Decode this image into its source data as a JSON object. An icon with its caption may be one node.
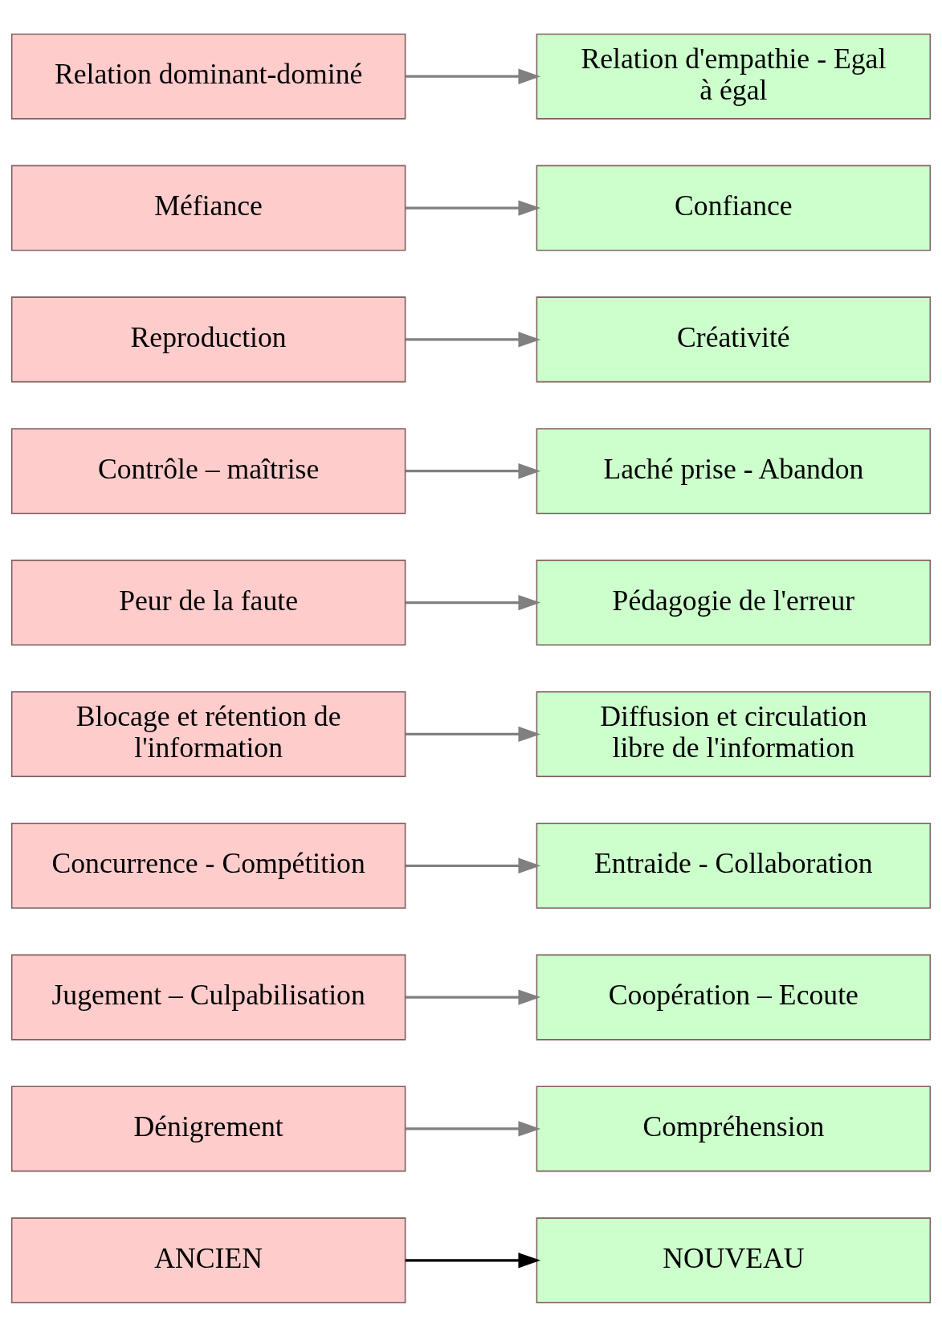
{
  "diagram": {
    "nodes": [
      {
        "text": [
          "ANCIEN"
        ]
      },
      {
        "text": [
          "NOUVEAU"
        ]
      },
      {
        "text": [
          "Dénigrement"
        ]
      },
      {
        "text": [
          "Compréhension"
        ]
      },
      {
        "text": [
          "Jugement – Culpabilisation"
        ]
      },
      {
        "text": [
          "Coopération – Ecoute"
        ]
      },
      {
        "text": [
          "Concurrence - Compétition"
        ]
      },
      {
        "text": [
          "Entraide - Collaboration"
        ]
      },
      {
        "text": [
          "Blocage et rétention de l'information"
        ]
      },
      {
        "text": [
          "Diffusion et circulation libre de l'information"
        ]
      },
      {
        "text": [
          "Peur de la faute"
        ]
      },
      {
        "text": [
          "Pédagogie de l'erreur"
        ]
      },
      {
        "text": [
          "Contrôle – maîtrise"
        ]
      },
      {
        "text": [
          "Laché prise - Abandon"
        ]
      },
      {
        "text": [
          "Reproduction"
        ]
      },
      {
        "text": [
          "Créativité"
        ]
      },
      {
        "text": [
          "Méfiance"
        ]
      },
      {
        "text": [
          "Confiance"
        ]
      },
      {
        "text": [
          "Relation dominant-dominé"
        ]
      },
      {
        "text": [
          "Relation d'empathie - Egal à égal"
        ]
      }
    ],
    "edges": [
      {
        "from": 0,
        "to": 1,
        "arrow": "to",
        "color": "#000000"
      },
      {
        "from": 2,
        "to": 3,
        "arrow": "to"
      },
      {
        "from": 4,
        "to": 5,
        "arrow": "to"
      },
      {
        "from": 6,
        "to": 7,
        "arrow": "to"
      },
      {
        "from": 8,
        "to": 9,
        "arrow": "to"
      },
      {
        "from": 10,
        "to": 11,
        "arrow": "to"
      },
      {
        "from": 12,
        "to": 13,
        "arrow": "to"
      },
      {
        "from": 14,
        "to": 15,
        "arrow": "to"
      },
      {
        "from": 16,
        "to": 17,
        "arrow": "to"
      },
      {
        "from": 18,
        "to": 19,
        "arrow": "to"
      }
    ]
  }
}
